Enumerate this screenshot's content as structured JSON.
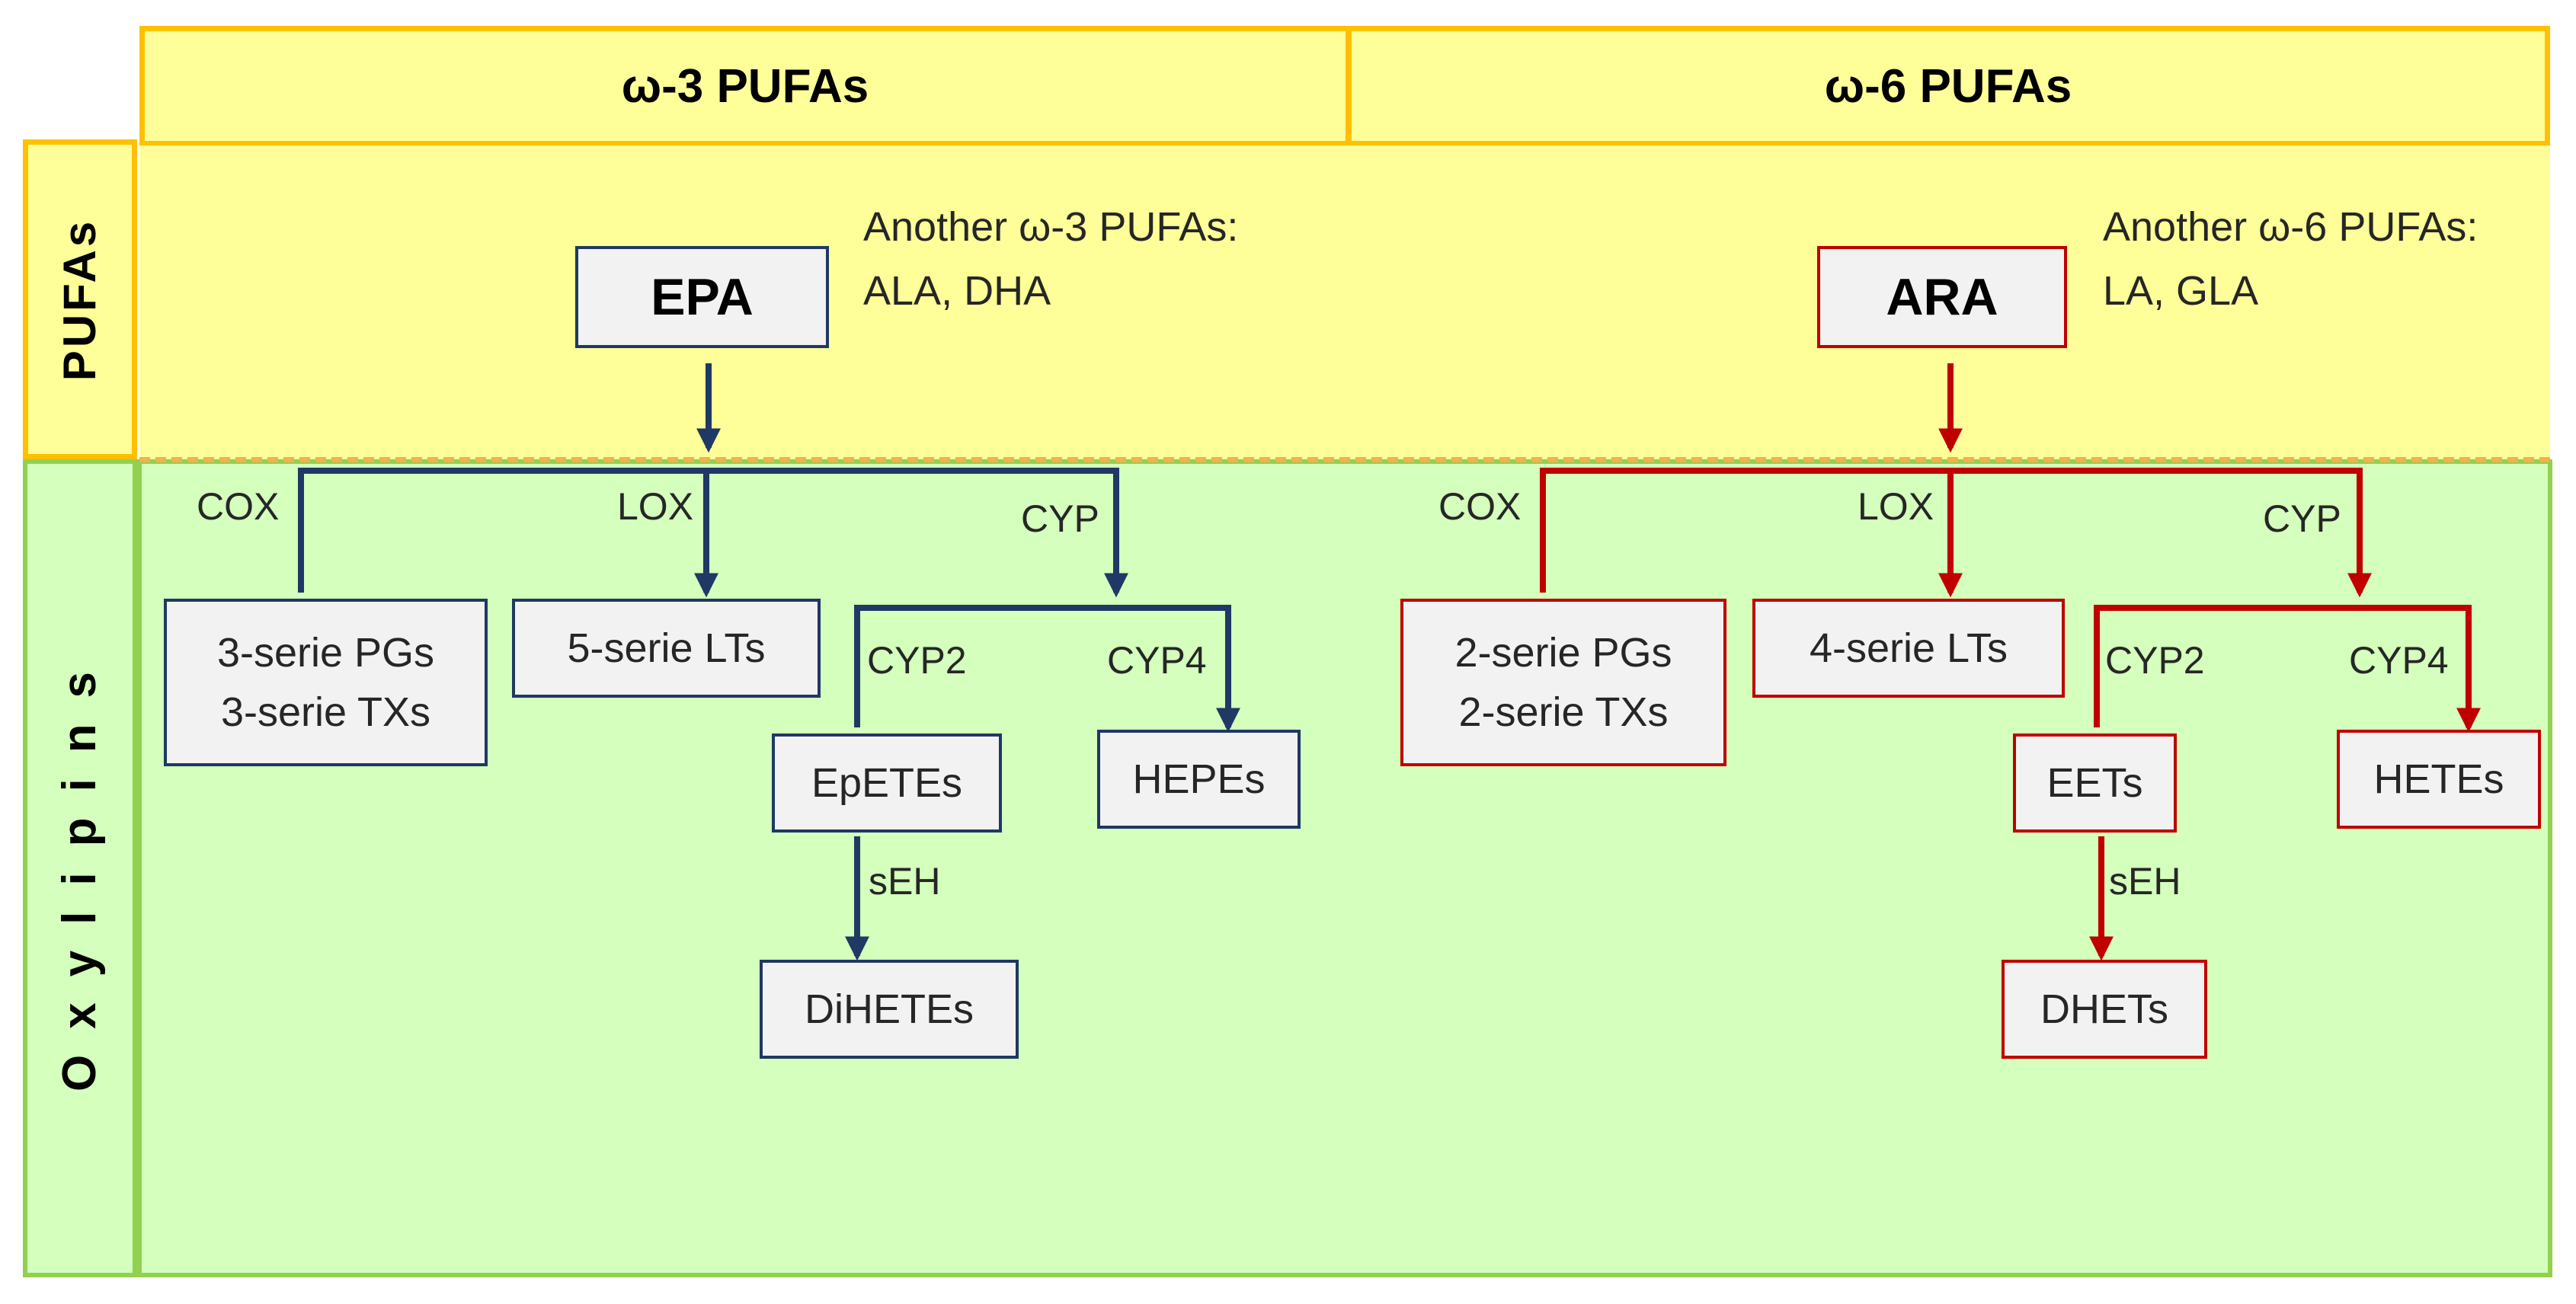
{
  "headers": {
    "omega3": "ω-3 PUFAs",
    "omega6": "ω-6 PUFAs"
  },
  "rows": {
    "pufas": "PUFAs",
    "oxylipins": "Oxylipins"
  },
  "omega3": {
    "main": "EPA",
    "note_line1": "Another ω-3 PUFAs:",
    "note_line2": "ALA, DHA",
    "enzymes": {
      "cox": "COX",
      "lox": "LOX",
      "cyp": "CYP",
      "cyp2": "CYP2",
      "cyp4": "CYP4",
      "seh": "sEH"
    },
    "products": {
      "cox_line1": "3-serie  PGs",
      "cox_line2": "3-serie  TXs",
      "lox": "5-serie  LTs",
      "cyp2": "EpETEs",
      "cyp4": "HEPEs",
      "seh": "DiHETEs"
    }
  },
  "omega6": {
    "main": "ARA",
    "note_line1": "Another ω-6 PUFAs:",
    "note_line2": "LA, GLA",
    "enzymes": {
      "cox": "COX",
      "lox": "LOX",
      "cyp": "CYP",
      "cyp2": "CYP2",
      "cyp4": "CYP4",
      "seh": "sEH"
    },
    "products": {
      "cox_line1": "2-serie  PGs",
      "cox_line2": "2-serie  TXs",
      "lox": "4-serie  LTs",
      "cyp2": "EETs",
      "cyp4": "HETEs",
      "seh": "DHETs"
    }
  },
  "colors": {
    "header_fill": "#ffff99",
    "header_border": "#ffc000",
    "oxylipin_fill": "#d4ffbc",
    "oxylipin_border": "#92d050",
    "omega3_arrow": "#1f3864",
    "omega6_arrow": "#c00000",
    "box_fill": "#f2f2f2"
  }
}
